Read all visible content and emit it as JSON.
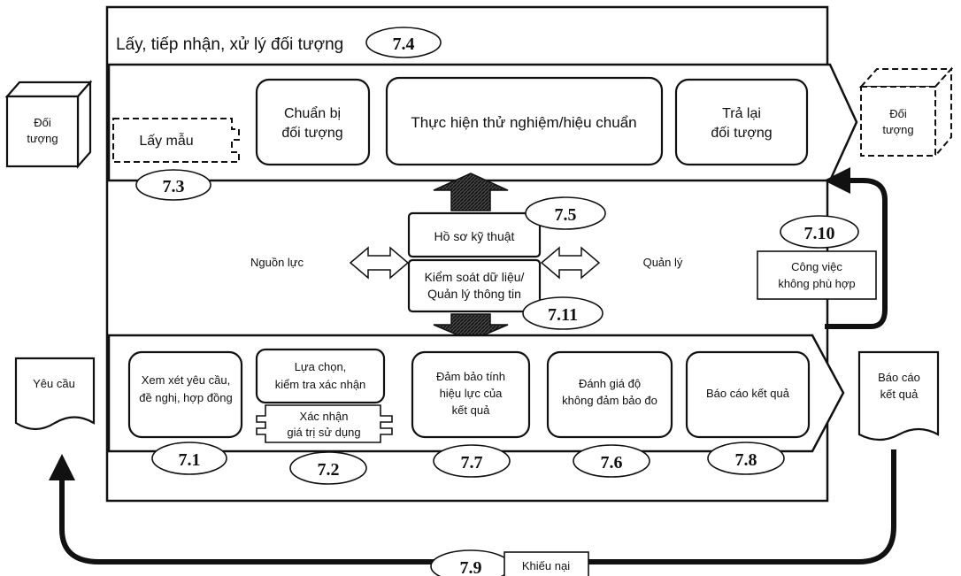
{
  "frame": {
    "title": "Lấy, tiếp nhận, xử lý đối tượng",
    "title_ref": "7.4"
  },
  "outside": {
    "object_in": [
      "Đối",
      "tượng"
    ],
    "object_out": [
      "Đối",
      "tượng"
    ],
    "request": "Yêu cầu",
    "report": [
      "Báo cáo",
      "kết quả"
    ]
  },
  "top_process": {
    "sampling": "Lấy mẫu",
    "sampling_ref": "7.3",
    "prepare": [
      "Chuẩn bị",
      "đối tượng"
    ],
    "testing": "Thực hiện thử nghiệm/hiệu chuẩn",
    "return": [
      "Trả lại",
      "đối tượng"
    ]
  },
  "middle": {
    "resources": "Nguồn lực",
    "management": "Quản lý",
    "technical_records": "Hồ sơ kỹ thuật",
    "technical_records_ref": "7.5",
    "data_control": [
      "Kiểm soát dữ liệu/",
      "Quản lý thông tin"
    ],
    "data_control_ref": "7.11",
    "nonconforming": [
      "Công việc",
      "không phù hợp"
    ],
    "nonconforming_ref": "7.10"
  },
  "bottom_process": {
    "review": [
      "Xem xét yêu cầu,",
      "đề nghị, hợp đồng"
    ],
    "review_ref": "7.1",
    "selection": [
      "Lựa chọn,",
      "kiểm tra xác nhận"
    ],
    "validation": [
      "Xác nhận",
      "giá trị sử dụng"
    ],
    "selection_ref": "7.2",
    "validity": [
      "Đảm bảo tính",
      "hiệu lực của",
      "kết quả"
    ],
    "validity_ref": "7.7",
    "uncertainty": [
      "Đánh giá độ",
      "không đảm bảo đo"
    ],
    "uncertainty_ref": "7.6",
    "reporting": "Báo cáo kết quả",
    "reporting_ref": "7.8"
  },
  "complaints": {
    "label": "Khiếu nại",
    "ref": "7.9"
  }
}
